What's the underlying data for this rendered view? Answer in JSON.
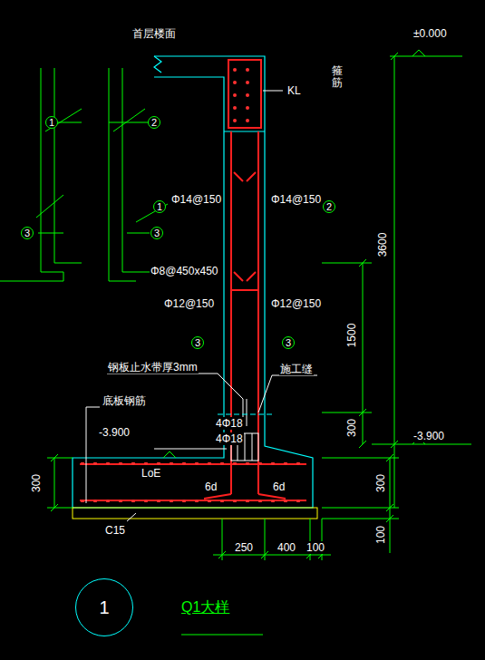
{
  "diagram": {
    "title": "Q1大样",
    "nodes": [
      {
        "text": [
          "1"
        ]
      },
      {
        "text": [
          "2"
        ]
      },
      {
        "text": [
          "3"
        ]
      },
      {
        "text": [
          "3"
        ]
      },
      {
        "text": [
          "1"
        ]
      },
      {
        "text": [
          "2"
        ]
      },
      {
        "text": [
          "3"
        ]
      },
      {
        "text": [
          "3"
        ]
      },
      {
        "text": [
          "1"
        ]
      }
    ],
    "labels": [
      "首层楼面",
      "±0.000",
      "KL",
      "箍筋",
      "Φ14@150",
      "Φ14@150",
      "Φ8@450x450",
      "Φ12@150",
      "Φ12@150",
      "钢板止水带厚3mm",
      "施工缝",
      "底板钢筋",
      "-3.900",
      "4Φ18",
      "4Φ18",
      "-3.900",
      "LoE",
      "6d",
      "6d",
      "C15",
      "300",
      "250",
      "400",
      "100",
      "3600",
      "1500",
      "300",
      "300",
      "100"
    ]
  }
}
